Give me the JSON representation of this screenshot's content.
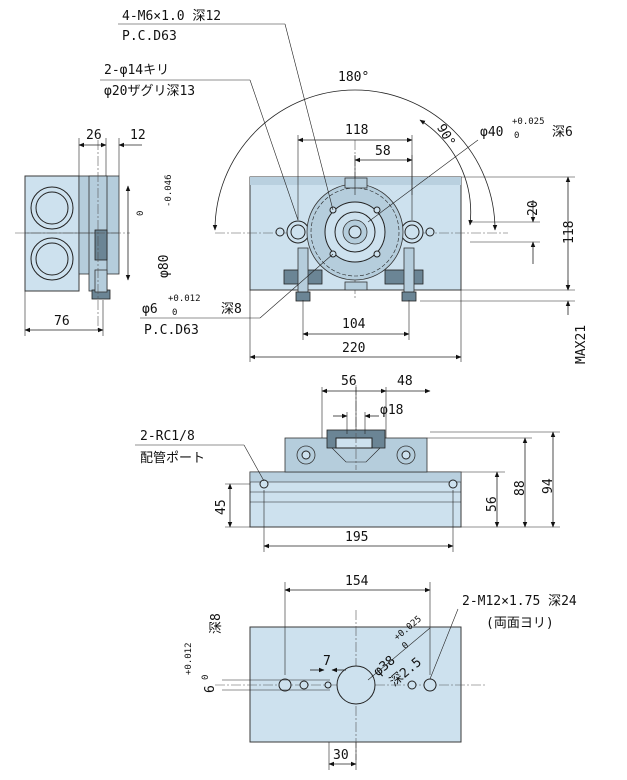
{
  "top_view": {
    "tap_note": "4-M6×1.0 深12",
    "tap_pcd": "P.C.D63",
    "hole_note": "2-φ14キリ",
    "counterbore": "φ20ザグリ深13",
    "angle_180": "180°",
    "angle_90": "90°",
    "dim_118_h": "118",
    "dim_58": "58",
    "bore_dia": "φ40",
    "bore_tol_upper": "+0.025",
    "bore_tol_lower": "0",
    "bore_depth": "深6",
    "dim_20": "20",
    "dim_118_v": "118",
    "dim_max21": "MAX21",
    "pin_dia": "φ6",
    "pin_tol_upper": "+0.012",
    "pin_tol_lower": "0",
    "pin_depth": "深8",
    "pin_pcd": "P.C.D63",
    "dim_104": "104",
    "dim_220": "220"
  },
  "side_view": {
    "dim_26": "26",
    "dim_12": "12",
    "shaft_dia": "φ80",
    "shaft_tol_upper": "0",
    "shaft_tol_lower": "-0.046",
    "dim_76": "76"
  },
  "front_view": {
    "dim_56_h": "56",
    "dim_48": "48",
    "dim_18": "φ18",
    "port": "2-RC1/8",
    "port_label": "配管ポート",
    "dim_45": "45",
    "dim_56_v": "56",
    "dim_88": "88",
    "dim_94": "94",
    "dim_195": "195"
  },
  "bottom_view": {
    "dim_154": "154",
    "tap_note": "2-M12×1.75 深24",
    "tap_side": "(両面ヨリ)",
    "pin_depth": "深8",
    "pin_tol_upper": "+0.012",
    "pin_tol_lower": "0",
    "pin_dia": "6",
    "dim_7": "7",
    "bore_dia": "φ38",
    "bore_tol_upper": "+0.025",
    "bore_tol_lower": "0",
    "bore_depth": "深2.5",
    "dim_30": "30"
  }
}
